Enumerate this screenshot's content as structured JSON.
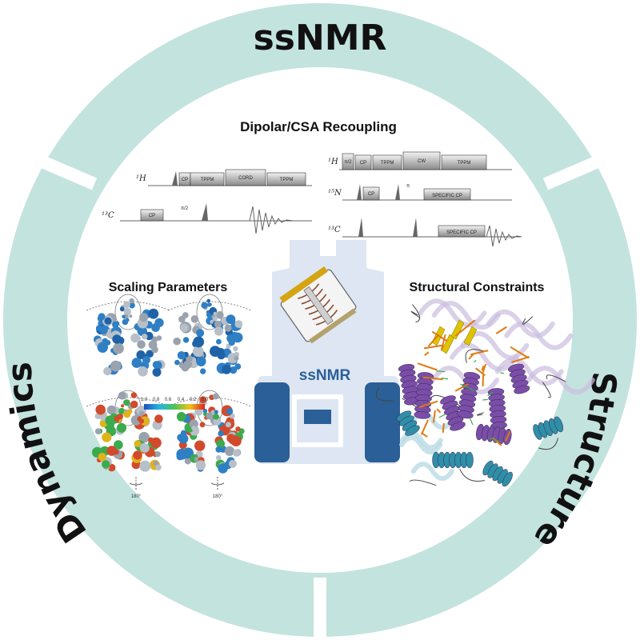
{
  "ring": {
    "top_label": "ssNMR",
    "left_label": "Dynamics",
    "right_label": "Structure",
    "colors": {
      "ring": "#c3e3de",
      "gap": "#ffffff"
    }
  },
  "sections": {
    "recoupling_title": "Dipolar/CSA Recoupling",
    "scaling_title": "Scaling Parameters",
    "constraints_title": "Structural Constraints",
    "center_label": "ssNMR"
  },
  "pulse_left": {
    "h_channel": "¹H",
    "c_channel": "¹³C",
    "h_blocks": [
      "CP",
      "TPPM",
      "CORD",
      "TPPM"
    ],
    "c_blocks": [
      "CP"
    ],
    "pi_label": "π/2"
  },
  "pulse_right": {
    "h_channel": "¹H",
    "n_channel": "¹⁵N",
    "c_channel": "¹³C",
    "h_blocks": [
      "π/2",
      "CP",
      "TPPM",
      "CW",
      "TPPM"
    ],
    "n_blocks": [
      "CP",
      "SPECIFIC CP"
    ],
    "c_blocks": [
      "SPECIFIC CP"
    ],
    "pi_label": "π"
  },
  "scale_bar": {
    "ticks": [
      "1.0",
      "0.8",
      "0.6",
      "0.4",
      "0.2",
      "0.0"
    ],
    "rotation_label": "180°"
  },
  "colors": {
    "magnet": "#dde6f2",
    "magnet_dark": "#2b5f97",
    "helix_purple": "#7a4ea8",
    "helix_teal": "#2f8fa8",
    "strand_yellow": "#e0c300",
    "constraint_orange": "#e07a10"
  }
}
